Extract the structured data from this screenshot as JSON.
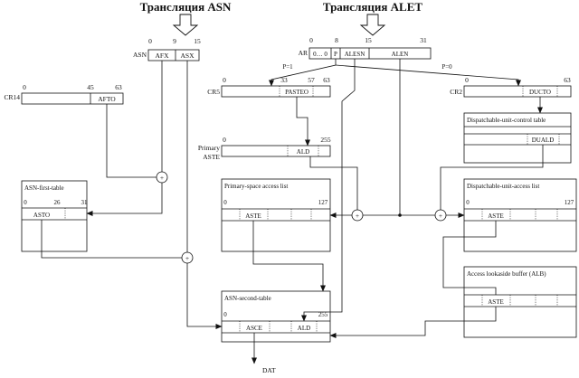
{
  "titles": {
    "asn": "Трансляция ASN",
    "alet": "Трансляция ALET"
  },
  "registers": {
    "asn": {
      "name": "ASN",
      "bits": [
        "0",
        "9",
        "15"
      ],
      "fields": [
        "AFX",
        "ASX"
      ]
    },
    "ar": {
      "name": "AR",
      "bits": [
        "0",
        "8",
        "15",
        "31"
      ],
      "fields": [
        "0… 0",
        "P",
        "ALESN",
        "ALEN"
      ]
    },
    "cr14": {
      "name": "CR14",
      "bits": [
        "0",
        "45",
        "63"
      ],
      "field": "AFTO"
    },
    "cr5": {
      "name": "CR5",
      "bits": [
        "0",
        "33",
        "57",
        "63"
      ],
      "field": "PASTEO"
    },
    "cr2": {
      "name": "CR2",
      "bits": [
        "0",
        "63"
      ],
      "field": "DUCTO"
    }
  },
  "branches": {
    "p1": "P=1",
    "p0": "P=0"
  },
  "primary_aste": {
    "label_line1": "Primary",
    "label_line2": "ASTE",
    "bits": [
      "0",
      "255"
    ],
    "field": "ALD"
  },
  "tables": {
    "duct": {
      "title": "Dispatchable-unit-control table",
      "field": "DUALD"
    },
    "asn_first": {
      "title": "ASN-first-table",
      "bits": [
        "0",
        "26",
        "31"
      ],
      "field": "ASTO"
    },
    "primary_space": {
      "title": "Primary-space access list",
      "bits": [
        "0",
        "127"
      ],
      "field": "ASTE"
    },
    "du_access": {
      "title": "Dispatchable-unit-access list",
      "bits": [
        "0",
        "127"
      ],
      "field": "ASTE"
    },
    "alb": {
      "title": "Access lookaside buffer (ALB)",
      "field": "ASTE"
    },
    "asn_second": {
      "title": "ASN-second-table",
      "bits": [
        "0",
        "255"
      ],
      "fields": [
        "ASCE",
        "ALD"
      ]
    }
  },
  "adder_symbol": "+",
  "outputs": {
    "dat": "DAT"
  }
}
